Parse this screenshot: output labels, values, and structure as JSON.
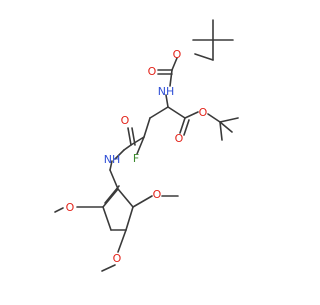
{
  "molecule": {
    "bond_color": "#3a3a3a",
    "label_colors": {
      "O": "#e3241b",
      "N": "#2f4fd6",
      "F": "#3a8a2c"
    },
    "atom_labels": [
      {
        "id": "o-carbamate-ester",
        "text": "O",
        "element": "O"
      },
      {
        "id": "o-carbamate-carbonyl",
        "text": "O",
        "element": "O"
      },
      {
        "id": "n-carbamate",
        "text": "NH",
        "element": "N"
      },
      {
        "id": "o-ester-carbonyl",
        "text": "O",
        "element": "O"
      },
      {
        "id": "o-ester-alkoxy",
        "text": "O",
        "element": "O"
      },
      {
        "id": "o-amide-carbonyl",
        "text": "O",
        "element": "O"
      },
      {
        "id": "f-fluoro",
        "text": "F",
        "element": "F"
      },
      {
        "id": "n-amide",
        "text": "NH",
        "element": "N"
      },
      {
        "id": "o-methoxy-left",
        "text": "O",
        "element": "O"
      },
      {
        "id": "o-methoxy-right",
        "text": "O",
        "element": "O"
      },
      {
        "id": "o-methoxy-bottom",
        "text": "O",
        "element": "O"
      }
    ]
  }
}
